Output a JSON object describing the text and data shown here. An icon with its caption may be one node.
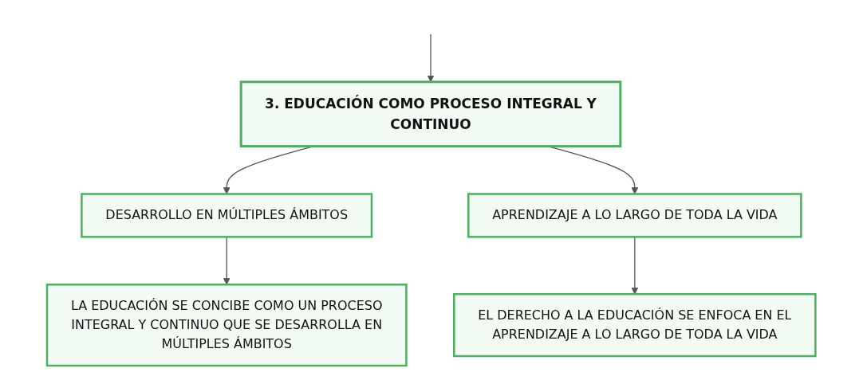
{
  "diagram": {
    "nodes": [
      {
        "text": [
          "3. EDUCACIÓN COMO PROCESO INTEGRAL Y CONTINUO"
        ]
      },
      {
        "text": [
          "DESARROLLO EN MÚLTIPLES ÁMBITOS"
        ]
      },
      {
        "text": [
          "APRENDIZAJE A LO LARGO DE TODA LA VIDA"
        ]
      },
      {
        "text": [
          "LA EDUCACIÓN SE CONCIBE COMO UN PROCESO INTEGRAL Y CONTINUO QUE SE DESARROLLA EN MÚLTIPLES ÁMBITOS"
        ]
      },
      {
        "text": [
          "EL DERECHO A LA EDUCACIÓN SE ENFOCA EN EL APRENDIZAJE A LO LARGO DE TODA LA VIDA"
        ]
      }
    ],
    "edges": [
      {
        "from": null,
        "to": 0,
        "arrow": "to"
      },
      {
        "from": 0,
        "to": 1,
        "arrow": "to"
      },
      {
        "from": 0,
        "to": 2,
        "arrow": "to"
      },
      {
        "from": 1,
        "to": 3,
        "arrow": "to"
      },
      {
        "from": 2,
        "to": 4,
        "arrow": "to"
      }
    ]
  }
}
